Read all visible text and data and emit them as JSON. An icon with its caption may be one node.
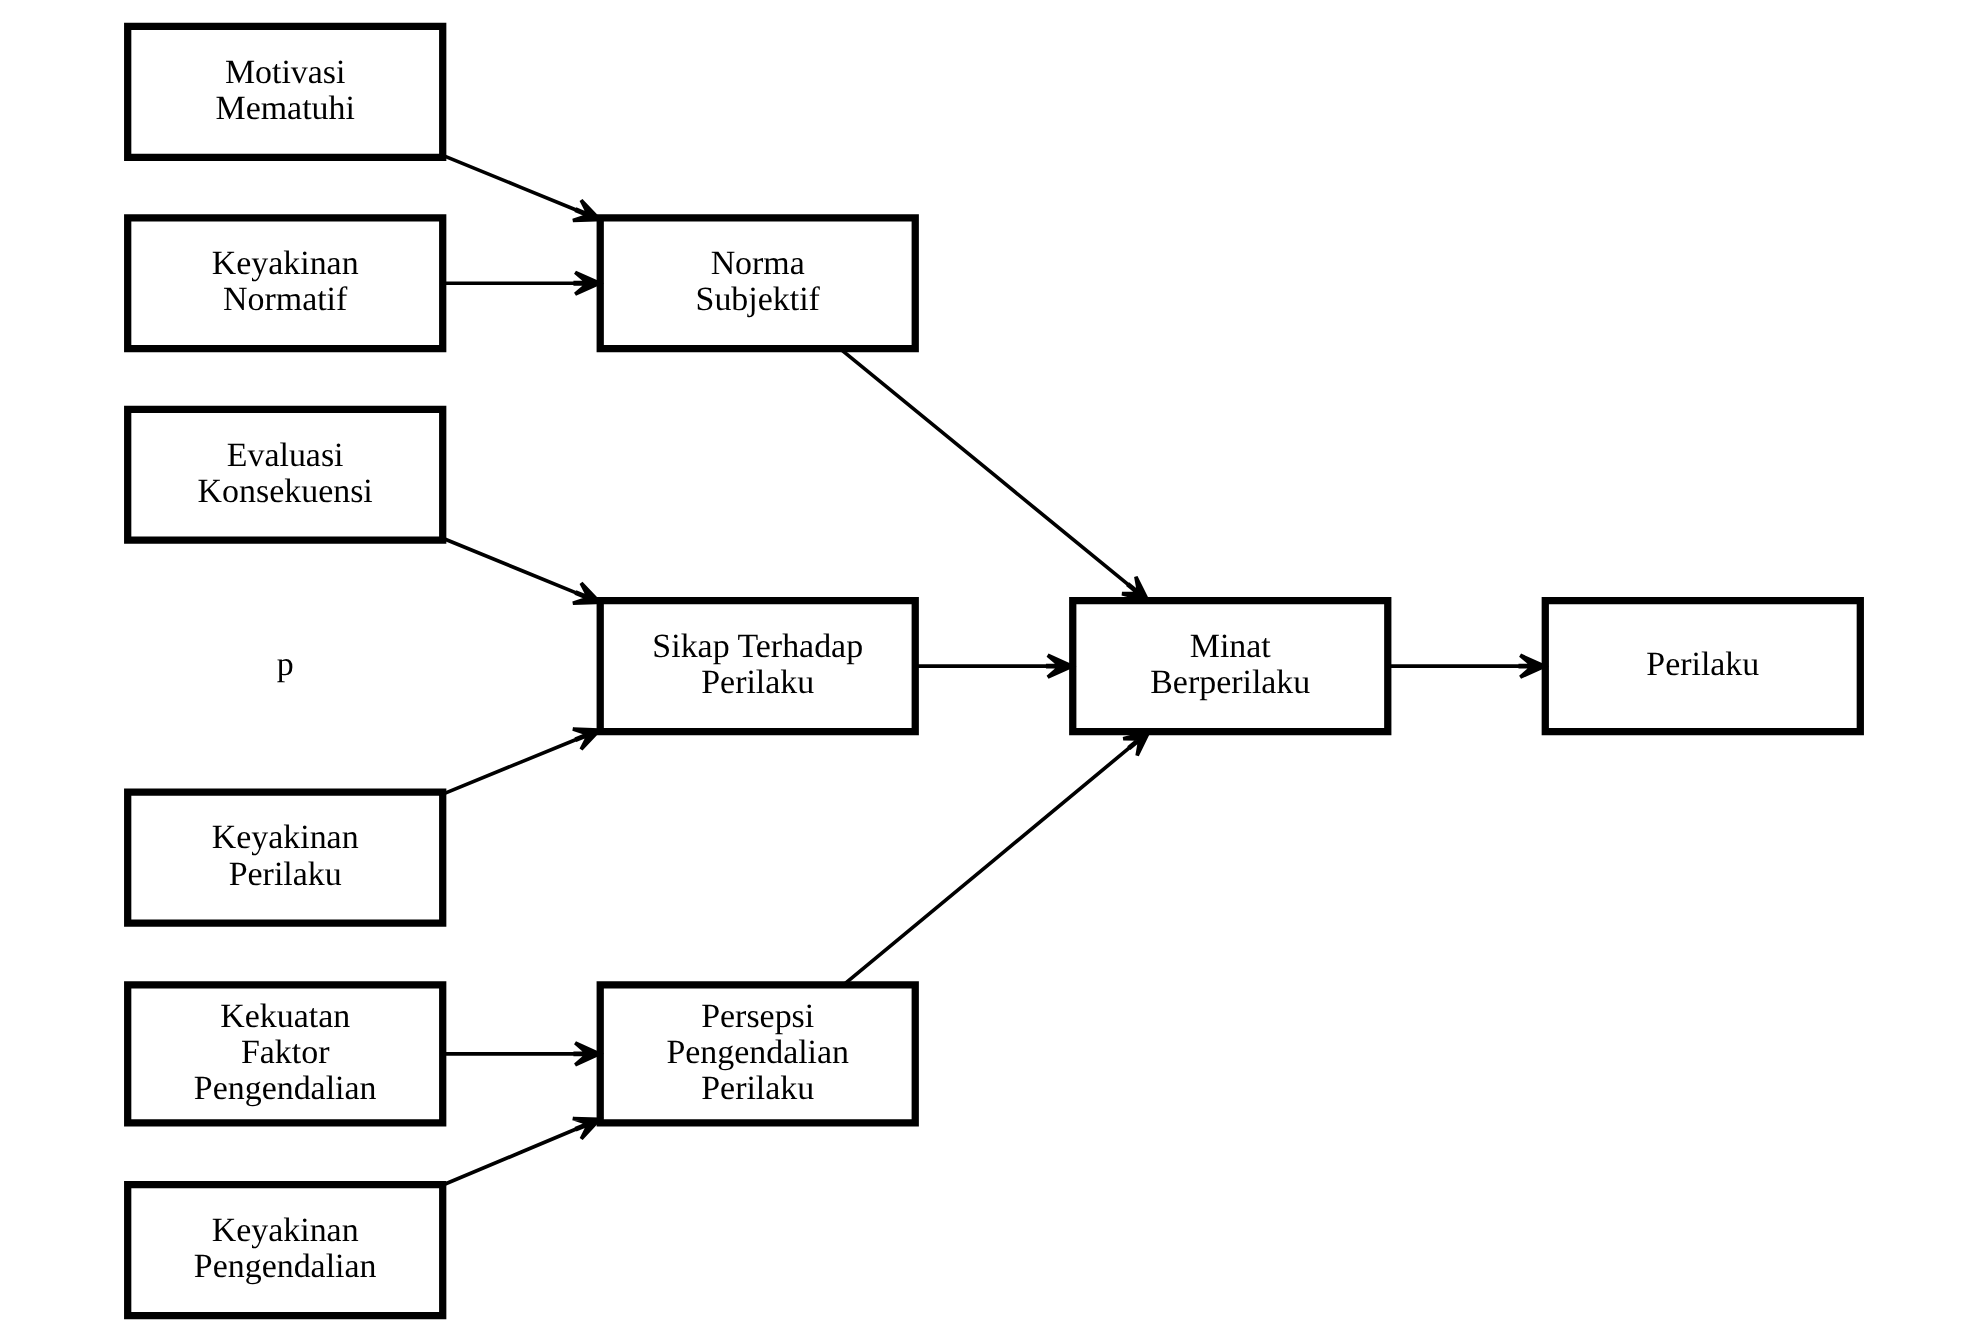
{
  "diagram": {
    "nodes": [
      {
        "text": [
          "Keyakinan Perilaku"
        ]
      },
      {
        "text": [
          "Evaluasi Konsekuensi"
        ]
      },
      {
        "text": [
          "Sikap Terhadap Perilaku"
        ]
      },
      {
        "text": [
          "Keyakinan Normatif"
        ]
      },
      {
        "text": [
          "Motivasi Mematuhi"
        ]
      },
      {
        "text": [
          "Norma Subjektif"
        ]
      },
      {
        "text": [
          "Minat Berperilaku"
        ]
      },
      {
        "text": [
          "Keyakinan Pengendalian"
        ]
      },
      {
        "text": [
          "Kekuatan Faktor Pengendalian"
        ]
      },
      {
        "text": [
          "Persepsi Pengendalian Perilaku"
        ]
      },
      {
        "text": [
          "Perilaku"
        ]
      }
    ],
    "edges": [
      {
        "from": 0,
        "to": 2,
        "arrow": "to"
      },
      {
        "from": 1,
        "to": 2,
        "arrow": "to"
      },
      {
        "from": 3,
        "to": 5,
        "arrow": "to"
      },
      {
        "from": 4,
        "to": 5,
        "arrow": "to"
      },
      {
        "from": 7,
        "to": 9,
        "arrow": "to"
      },
      {
        "from": 8,
        "to": 9,
        "arrow": "to"
      },
      {
        "from": 2,
        "to": 6,
        "arrow": "to"
      },
      {
        "from": 5,
        "to": 6,
        "arrow": "to"
      },
      {
        "from": 9,
        "to": 6,
        "arrow": "to"
      },
      {
        "from": 6,
        "to": 10,
        "arrow": "to"
      }
    ],
    "labels": [
      "p"
    ]
  }
}
